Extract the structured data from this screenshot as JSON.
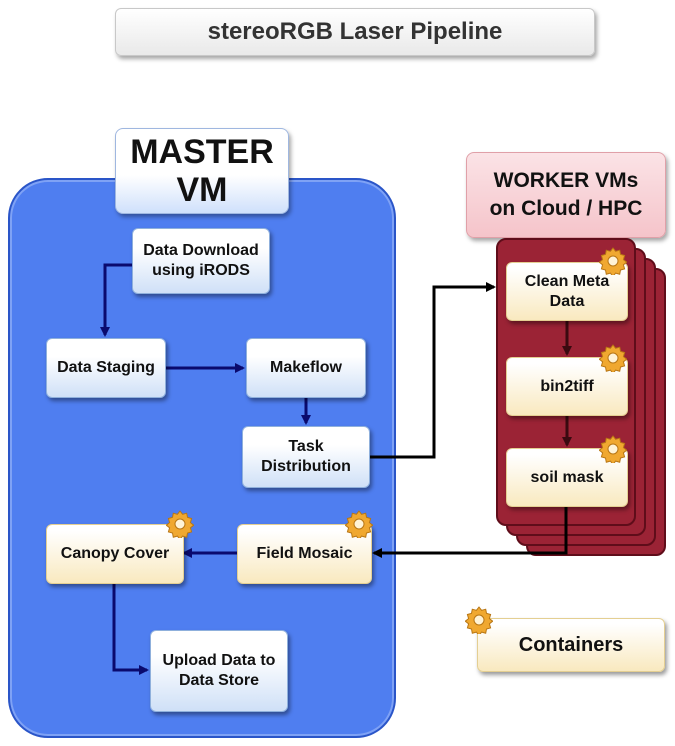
{
  "title": "stereoRGB Laser Pipeline",
  "master": {
    "label": "MASTER\nVM"
  },
  "worker": {
    "label": "WORKER VMs\non Cloud / HPC"
  },
  "nodes": {
    "data_download": "Data Download\nusing iRODS",
    "data_staging": "Data Staging",
    "makeflow": "Makeflow",
    "task_distribution": "Task\nDistribution",
    "canopy_cover": "Canopy Cover",
    "field_mosaic": "Field Mosaic",
    "upload_data": "Upload Data to\nData Store",
    "clean_meta": "Clean Meta\nData",
    "bin2tiff": "bin2tiff",
    "soil_mask": "soil mask"
  },
  "legend": {
    "containers": "Containers"
  },
  "icons": {
    "container": "gear-icon"
  },
  "colors": {
    "master_fill": "#4f7ef0",
    "worker_fill": "#9b2335",
    "arrow_master": "#0a0a6e",
    "arrow_worker": "#3a0a10",
    "arrow_cross": "#000000",
    "gear": "#f0a830"
  }
}
